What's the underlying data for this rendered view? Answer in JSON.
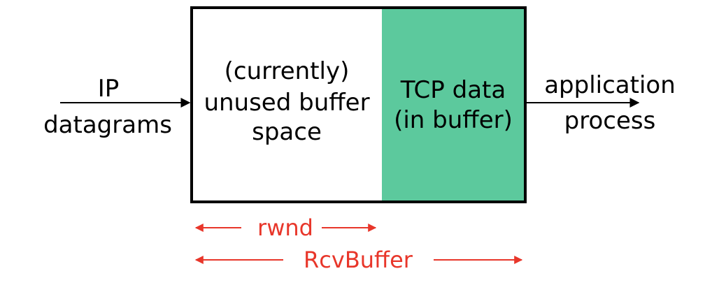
{
  "labels": {
    "input_line1": "IP",
    "input_line2": "datagrams",
    "unused_line1": "(currently)",
    "unused_line2": "unused buffer",
    "unused_line3": "space",
    "data_line1": "TCP data",
    "data_line2": "(in buffer)",
    "output_line1": "application",
    "output_line2": "process",
    "rwnd": "rwnd",
    "rcvbuffer": "RcvBuffer"
  },
  "colors": {
    "buffer_data_fill": "#5cc99d",
    "border": "#000000",
    "annotation": "#e8362a"
  }
}
